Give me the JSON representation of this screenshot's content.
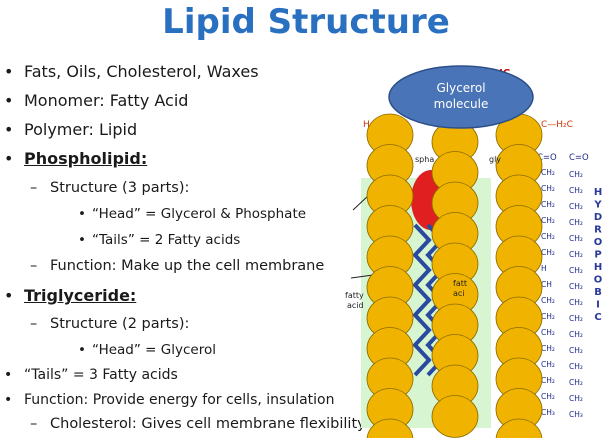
{
  "title": "Lipid Structure",
  "bullets": [
    {
      "text": "Fats, Oils, Cholesterol, Waxes"
    },
    {
      "text": "Monomer: Fatty Acid"
    },
    {
      "text": "Polymer: Lipid"
    },
    {
      "text": "Phospholipid:"
    },
    {
      "text": "Structure (3 parts):"
    },
    {
      "text": "“Head” = Glycerol & Phosphate"
    },
    {
      "text": "“Tails” =  2 Fatty acids"
    },
    {
      "text": "Function: Make up the cell membrane"
    },
    {
      "text": "Triglyceride:"
    },
    {
      "text": "Structure (2 parts):"
    },
    {
      "text": "“Head” = Glycerol"
    },
    {
      "text": "“Tails” =  3 Fatty acids"
    },
    {
      "text": "Function: Provide energy for cells, insulation"
    },
    {
      "text": "Cholesterol: Gives cell membrane flexibility"
    }
  ],
  "markers": {
    "dot": "•",
    "dash": "–"
  },
  "diagram": {
    "glycerol_label": [
      "Glycerol",
      "molecule"
    ],
    "hydrophobic_letters": [
      "H",
      "Y",
      "D",
      "R",
      "O",
      "P",
      "H",
      "O",
      "B",
      "I",
      "C"
    ],
    "hydrophilic_partial": "ILIC",
    "phosphate_partial": "spha",
    "glycerol_partial": "gly",
    "fatty_acid_left": [
      "fatty",
      "acid"
    ],
    "fatty_acid_right": [
      "fatt",
      "aci"
    ],
    "chem_top_left": "H₂C",
    "chem_top_right": [
      "C—H₂C"
    ],
    "chem_co": [
      "C=O",
      "C=O"
    ],
    "chem_ch2": "CH₂",
    "chem_ch": "CH",
    "chem_h": "H",
    "chem_ch3": "CH₃",
    "colors": {
      "title": "#2a70c0",
      "bead": "#f0b400",
      "bead_outline": "#8a6a00",
      "glycerol_oval": "#4a74b8",
      "hydrophobic_text": "#2a3a9a",
      "hydrophilic_text": "#cc0000",
      "tail_zigzag": "#2a4aa0",
      "tail_bg": "#d6f5d0",
      "head_red": "#e02020",
      "chem_text": "#1c2a8a"
    }
  }
}
